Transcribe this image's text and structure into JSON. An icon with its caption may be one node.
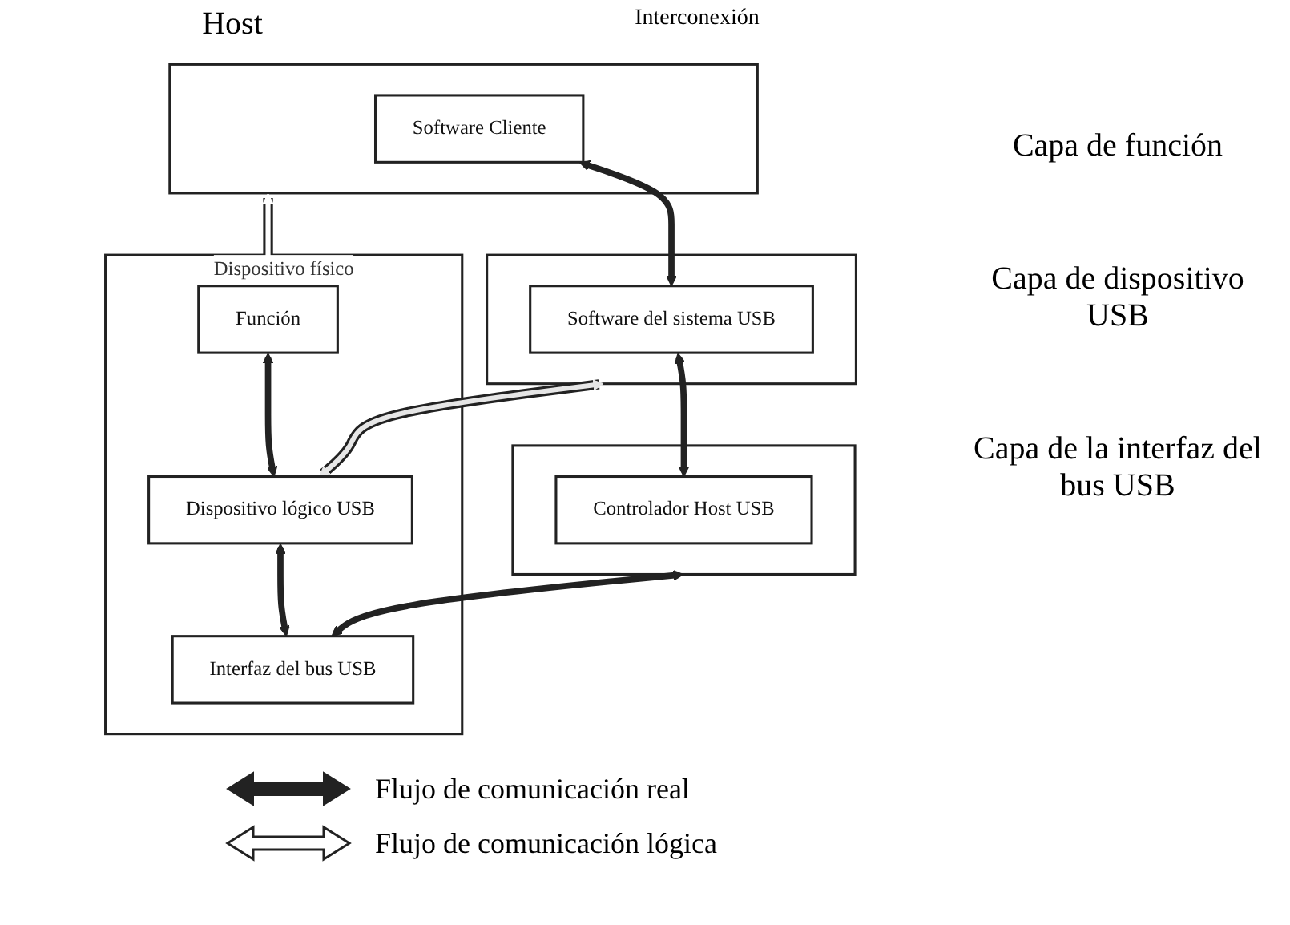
{
  "diagram": {
    "nodes": [
      {
        "text": [],
        "shape": "box"
      },
      {
        "text": [
          "Software Cliente"
        ],
        "in": 0
      },
      {
        "text": [],
        "shape": "box"
      },
      {
        "text": [
          "Software del sistema USB"
        ],
        "in": 2
      },
      {
        "text": [],
        "shape": "box"
      },
      {
        "text": [
          "Controlador Host USB"
        ],
        "in": 4
      },
      {
        "text": [
          "Dispositivo físico"
        ]
      },
      {
        "text": [
          "Función"
        ],
        "in": 6
      },
      {
        "text": [
          "Dispositivo lógico USB"
        ],
        "in": 6
      },
      {
        "text": [
          "Interfaz del bus USB"
        ],
        "in": 6
      }
    ],
    "edges": [
      {
        "from": 0,
        "to": 7,
        "arrow": "both",
        "color": "#ffffff"
      },
      {
        "from": 1,
        "to": 3,
        "arrow": "both"
      },
      {
        "from": 7,
        "to": 8,
        "arrow": "both"
      },
      {
        "from": 2,
        "to": 8,
        "arrow": "both",
        "color": "#e6e6e6"
      },
      {
        "from": 3,
        "to": 5,
        "arrow": "both"
      },
      {
        "from": 8,
        "to": 9,
        "arrow": "both"
      },
      {
        "from": 4,
        "to": 9,
        "arrow": "both"
      }
    ],
    "labels": [
      "Host",
      "Interconexión",
      "Capa de función",
      "Capa de dispositivo USB",
      "Capa de la interfaz del bus USB"
    ],
    "legend": [
      {
        "text": "Flujo de comunicación real"
      },
      {
        "text": "Flujo de comunicación lógica"
      }
    ]
  }
}
